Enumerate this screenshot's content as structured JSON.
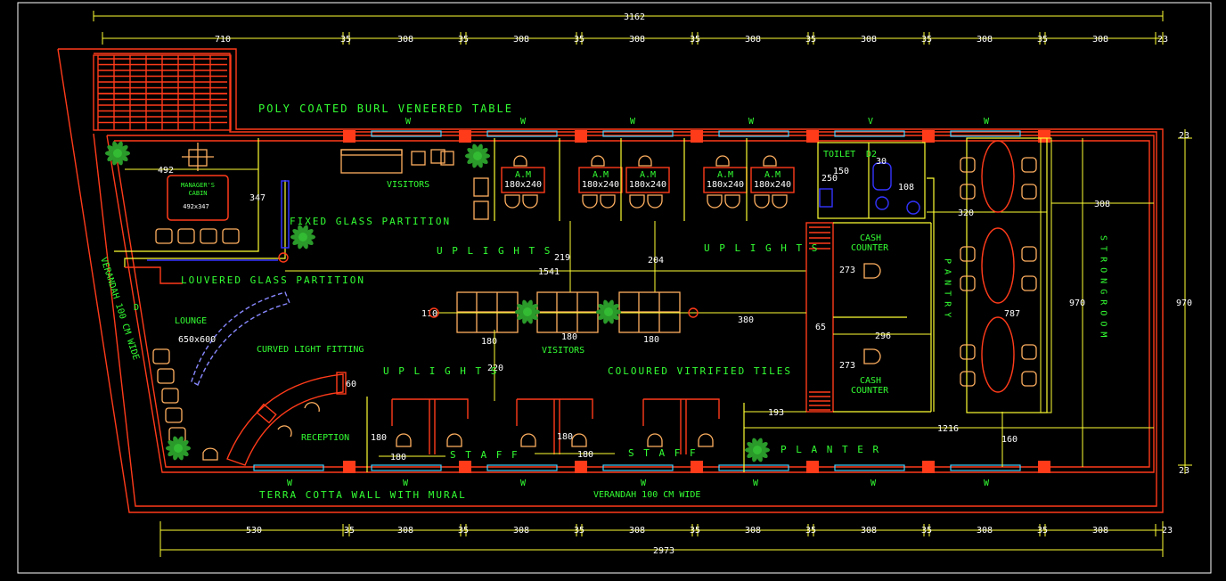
{
  "title": "",
  "labels": {
    "table": "POLY COATED BURL VENEERED   TABLE",
    "visitors_top": "VISITORS",
    "fixed_glass": "FIXED GLASS   PARTITION",
    "uplights_1": "U P L I G H T S",
    "uplights_2": "U P L I G H T S",
    "uplights_3": "U P L I G H T S",
    "louvered": "LOUVERED GLASS   PARTITION",
    "lounge": "LOUNGE",
    "lounge_size": "650x600",
    "curved": "CURVED LIGHT FITTING",
    "visitors_mid": "VISITORS",
    "tiles": "COLOURED VITRIFIED TILES",
    "reception": "RECEPTION",
    "staff_1": "S T A F F",
    "staff_2": "S T A F F",
    "planter": "P L A N T E R",
    "terra": "TERRA COTTA WALL  WITH MURAL",
    "verandah_bottom": "VERANDAH 100 CM WIDE",
    "verandah_left": "VERANDAH 100 CM WIDE",
    "door_d": "D",
    "toilet": "TOILET",
    "d2": "D2",
    "cash_1": "CASH\nCOUNTER",
    "cash_2": "CASH\nCOUNTER",
    "pantry": "P A N T R Y",
    "strong": "S T R O N G   R O O M",
    "manager": "MANAGER'S",
    "cabin": "CABIN",
    "manager_size": "492x347",
    "am": "A.M",
    "am_size": "180x240",
    "window": "W",
    "vent": "V"
  },
  "top_dims": {
    "total": "3162",
    "segments": [
      "710",
      "35",
      "308",
      "35",
      "308",
      "35",
      "308",
      "35",
      "308",
      "35",
      "308",
      "35",
      "308",
      "35",
      "308",
      "23"
    ]
  },
  "bottom_dims": {
    "total": "2973",
    "segments": [
      "530",
      "35",
      "308",
      "35",
      "308",
      "35",
      "308",
      "35",
      "308",
      "35",
      "308",
      "35",
      "308",
      "35",
      "308",
      "23"
    ]
  },
  "right_dims": [
    "23",
    "970",
    "23"
  ],
  "inner_dims": {
    "d492": "492",
    "d347": "347",
    "d219": "219",
    "d204": "204",
    "d1541": "1541",
    "d110": "110",
    "d180a": "180",
    "d180b": "180",
    "d180c": "180",
    "d220": "220",
    "d380": "380",
    "d65": "65",
    "d60": "60",
    "d193": "193",
    "d180d": "180",
    "d180e": "180",
    "d180f": "180",
    "d180g": "180",
    "d1216": "1216",
    "d160": "160",
    "d150": "150",
    "d250": "250",
    "d30": "30",
    "d108": "108",
    "d320": "320",
    "d273a": "273",
    "d273b": "273",
    "d296": "296",
    "d787": "787",
    "d308": "308",
    "d970": "970"
  }
}
